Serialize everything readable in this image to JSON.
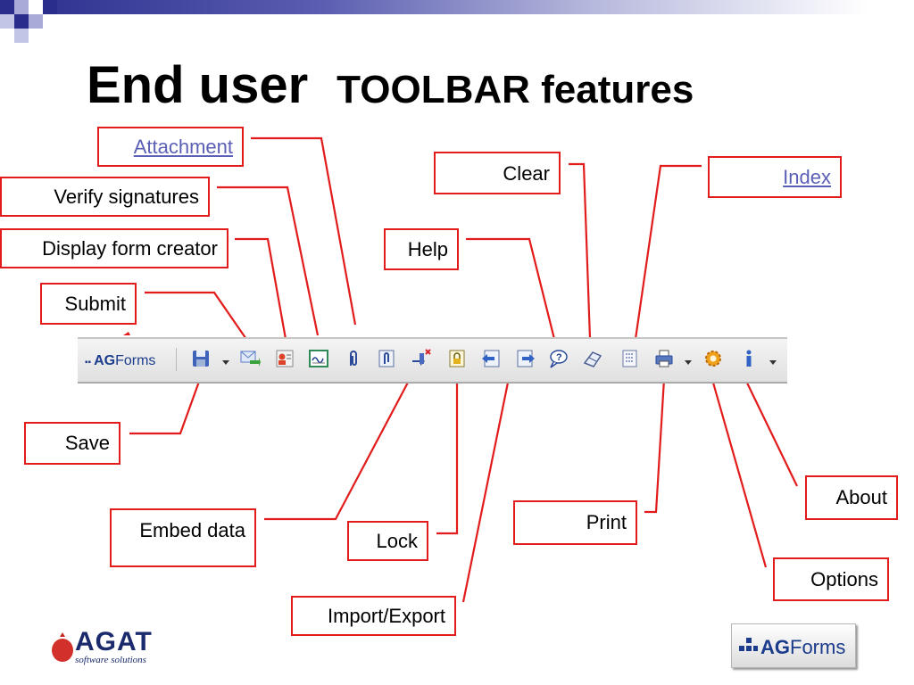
{
  "title": {
    "main": "End user",
    "sub": "TOOLBAR features"
  },
  "callouts": {
    "attachment": "Attachment",
    "verify_signatures": "Verify signatures",
    "display_form_creator": "Display form creator",
    "submit": "Submit",
    "save": "Save",
    "embed_data": "Embed data",
    "lock": "Lock",
    "import_export": "Import/Export",
    "clear": "Clear",
    "index": "Index",
    "help": "Help",
    "print": "Print",
    "about": "About",
    "options": "Options"
  },
  "toolbar": {
    "logo_ag": "AG",
    "logo_forms": "Forms",
    "icons": [
      "save-icon",
      "submit-icon",
      "form-creator-icon",
      "verify-signatures-icon",
      "attachment-icon",
      "attachment-list-icon",
      "embed-data-icon",
      "lock-icon",
      "import-icon",
      "export-icon",
      "help-icon",
      "clear-icon",
      "index-icon",
      "print-icon",
      "options-icon",
      "about-icon"
    ]
  },
  "logos": {
    "agat_name": "AGAT",
    "agat_tagline": "software solutions",
    "agforms_ag": "AG",
    "agforms_forms": "Forms"
  },
  "colors": {
    "callout_border": "#e21b1b",
    "link": "#5b5fb5",
    "brand": "#1b3b8c",
    "band": "#2a2d8c"
  }
}
